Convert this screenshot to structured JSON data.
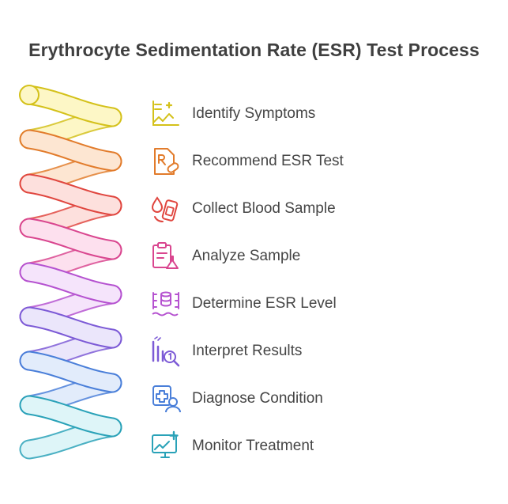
{
  "title": "Erythrocyte Sedimentation Rate (ESR) Test Process",
  "steps": [
    {
      "label": "Identify Symptoms",
      "icon": "symptom-checklist-icon",
      "color": "#d4c11a",
      "fill": "#fdf7c6"
    },
    {
      "label": "Recommend ESR Test",
      "icon": "prescription-icon",
      "color": "#e27c2c",
      "fill": "#fde6d2"
    },
    {
      "label": "Collect Blood Sample",
      "icon": "blood-sample-icon",
      "color": "#e0463f",
      "fill": "#fde0dd"
    },
    {
      "label": "Analyze Sample",
      "icon": "lab-analysis-icon",
      "color": "#d9468f",
      "fill": "#fde0ee"
    },
    {
      "label": "Determine ESR Level",
      "icon": "sedimentation-level-icon",
      "color": "#b552d0",
      "fill": "#f5e4fb"
    },
    {
      "label": "Interpret Results",
      "icon": "results-chart-icon",
      "color": "#7c5ad6",
      "fill": "#ebe6fb"
    },
    {
      "label": "Diagnose Condition",
      "icon": "patient-diagnosis-icon",
      "color": "#4a7fd9",
      "fill": "#e2ecfb"
    },
    {
      "label": "Monitor Treatment",
      "icon": "treatment-monitor-icon",
      "color": "#2aa2b8",
      "fill": "#def5f8"
    }
  ]
}
